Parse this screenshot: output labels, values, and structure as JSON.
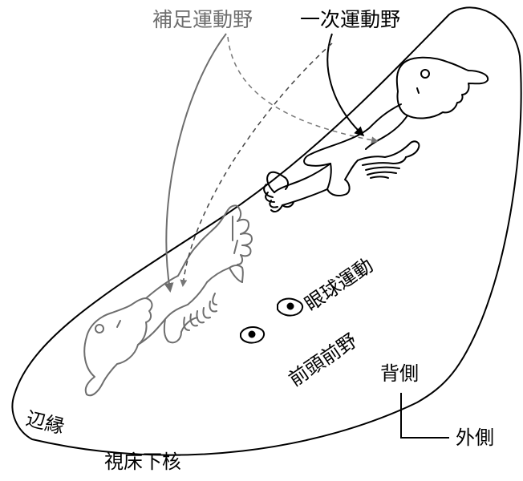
{
  "labels": {
    "supplementary_motor": "補足運動野",
    "primary_motor": "一次運動野",
    "eye_movement": "眼球運動",
    "prefrontal": "前頭前野",
    "dorsal": "背側",
    "lateral": "外側",
    "limbic": "辺縁",
    "thalamus": "視床下核"
  },
  "colors": {
    "outline": "#000000",
    "supplementary_map": "#6e6e6e",
    "supplementary_label": "#6e6e6e",
    "primary_label": "#000000",
    "dashed_arrow": "#777777"
  },
  "icons": [
    "eye-icon",
    "eye-icon"
  ]
}
